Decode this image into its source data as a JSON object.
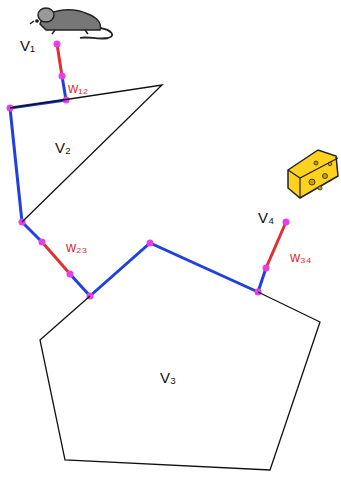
{
  "diagram": {
    "nodes": [
      {
        "text": [
          "V₂"
        ]
      },
      {
        "text": [
          "V₃"
        ]
      }
    ],
    "edges": [
      {
        "from": 0,
        "to": 1,
        "arrow": "none",
        "label": "w₂₃"
      }
    ],
    "labels": [
      "V₁",
      "w₁₂",
      "V₄",
      "w₃₄"
    ]
  }
}
